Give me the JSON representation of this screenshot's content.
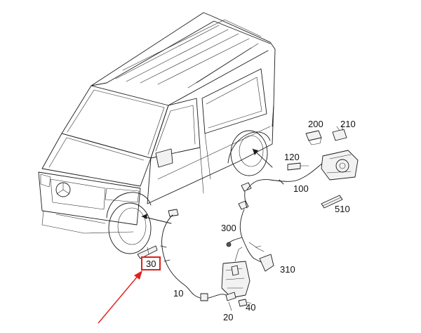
{
  "diagram": {
    "highlight_color": "#e0201b",
    "line_color": "#1a1a1a",
    "parts": [
      {
        "id": "p200",
        "label": "200"
      },
      {
        "id": "p210",
        "label": "210"
      },
      {
        "id": "p120",
        "label": "120"
      },
      {
        "id": "p100",
        "label": "100"
      },
      {
        "id": "p510",
        "label": "510"
      },
      {
        "id": "p300",
        "label": "300"
      },
      {
        "id": "p310",
        "label": "310"
      },
      {
        "id": "p30",
        "label": "30",
        "highlighted": true
      },
      {
        "id": "p10",
        "label": "10"
      },
      {
        "id": "p20",
        "label": "20"
      },
      {
        "id": "p40",
        "label": "40"
      }
    ]
  }
}
